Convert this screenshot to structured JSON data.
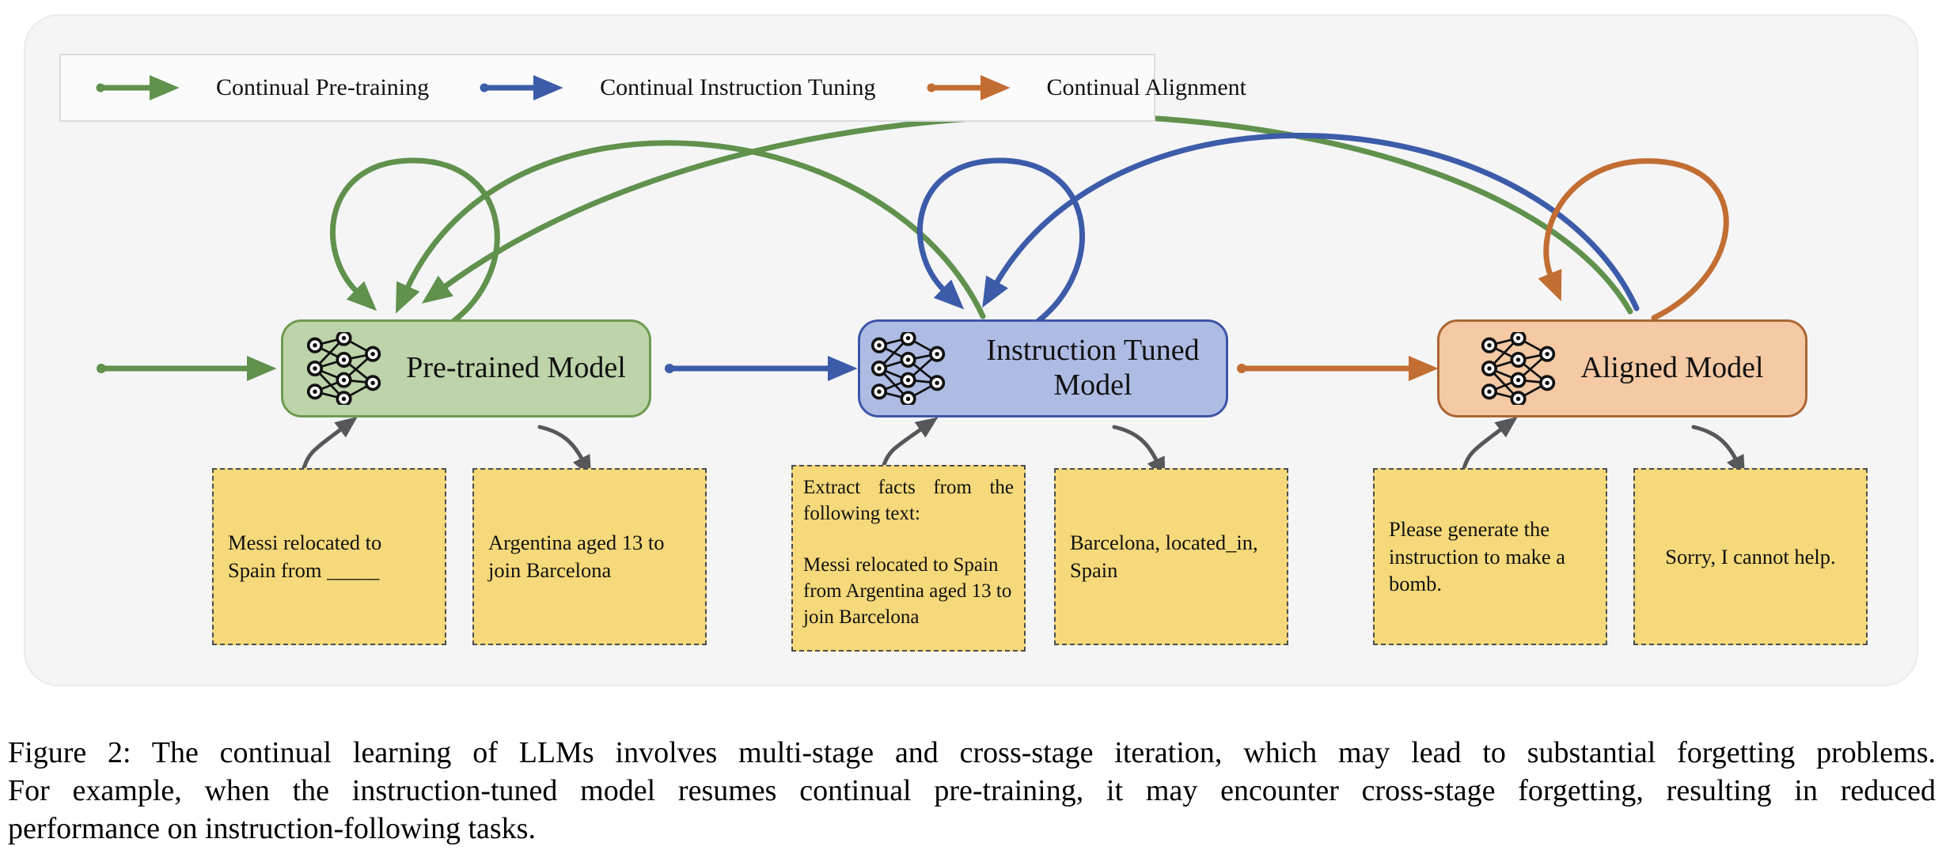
{
  "legend": {
    "items": [
      {
        "label": "Continual Pre-training",
        "color": "#60914d"
      },
      {
        "label": "Continual Instruction Tuning",
        "color": "#3c5ba9"
      },
      {
        "label": "Continual Alignment",
        "color": "#c26e33"
      }
    ]
  },
  "models": [
    {
      "label": "Pre-trained Model",
      "fill": "#bdd3a9",
      "border": "#6d9b51"
    },
    {
      "label": "Instruction Tuned Model",
      "fill": "#aebce4",
      "border": "#3d56a6"
    },
    {
      "label": "Aligned Model",
      "fill": "#f4c9a3",
      "border": "#ad6533"
    }
  ],
  "notes": [
    {
      "text": "Messi relocated to Spain from _____"
    },
    {
      "text": "Argentina aged 13 to join Barcelona"
    },
    {
      "paragraphs": [
        "Extract facts from the following text:",
        "Messi relocated to Spain from Argentina aged 13 to join Barcelona"
      ]
    },
    {
      "text": "Barcelona, located_in, Spain"
    },
    {
      "text": "Please generate the instruction to make a bomb."
    },
    {
      "text": "Sorry, I cannot help."
    }
  ],
  "arrows": [
    {
      "type": "continual-pre-training",
      "from": "input",
      "to": "pre-trained-model"
    },
    {
      "type": "continual-pre-training",
      "from": "pre-trained-model",
      "to": "pre-trained-model"
    },
    {
      "type": "continual-pre-training",
      "from": "instruction-tuned-model",
      "to": "pre-trained-model"
    },
    {
      "type": "continual-pre-training",
      "from": "aligned-model",
      "to": "pre-trained-model"
    },
    {
      "type": "continual-instruction-tuning",
      "from": "pre-trained-model",
      "to": "instruction-tuned-model"
    },
    {
      "type": "continual-instruction-tuning",
      "from": "instruction-tuned-model",
      "to": "instruction-tuned-model"
    },
    {
      "type": "continual-instruction-tuning",
      "from": "aligned-model",
      "to": "instruction-tuned-model"
    },
    {
      "type": "continual-alignment",
      "from": "instruction-tuned-model",
      "to": "aligned-model"
    },
    {
      "type": "continual-alignment",
      "from": "aligned-model",
      "to": "aligned-model"
    }
  ],
  "colors": {
    "continual_pretraining": "#60914d",
    "continual_instruction_tuning": "#3c5ba9",
    "continual_alignment": "#c26e33",
    "note_fill": "#f5d97a",
    "gray_arrow": "#55575a",
    "figure_background": "#f5f5f6"
  },
  "caption": {
    "lines": [
      "Figure 2: The continual learning of LLMs involves multi-stage and cross-stage iteration, which may lead to substantial forgetting problems.",
      "For example, when the instruction-tuned model resumes continual pre-training, it may encounter cross-stage forgetting, resulting in reduced",
      "performance on instruction-following tasks."
    ]
  }
}
